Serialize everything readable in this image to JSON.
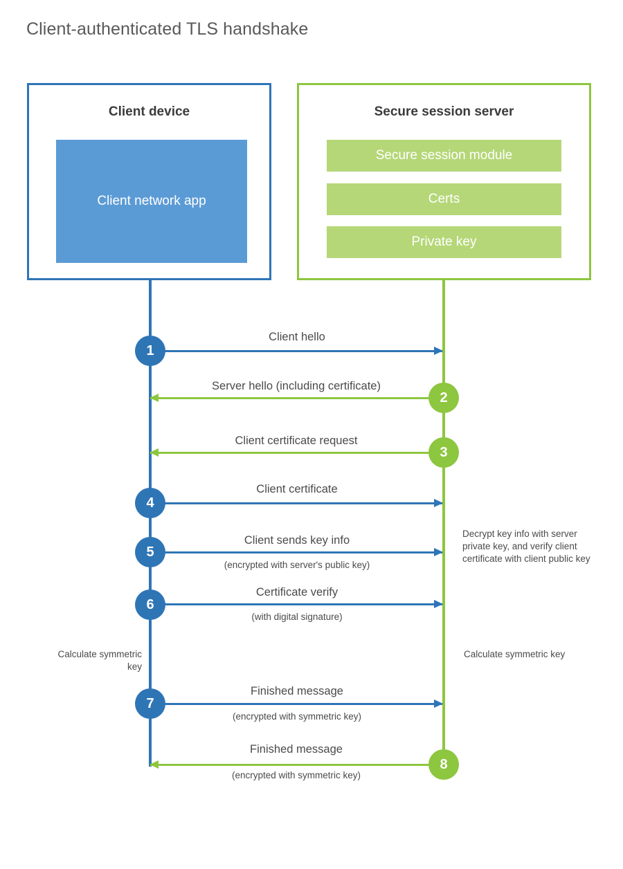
{
  "title": "Client-authenticated TLS handshake",
  "colors": {
    "client_accent": "#2E75B6",
    "client_fill": "#5B9BD5",
    "server_accent": "#8DC63F",
    "server_fill": "#B5D778",
    "text": "#4a4a4a",
    "background": "#ffffff"
  },
  "client": {
    "title": "Client device",
    "app_label": "Client network app"
  },
  "server": {
    "title": "Secure session server",
    "components": [
      {
        "label": "Secure session module"
      },
      {
        "label": "Certs"
      },
      {
        "label": "Private key"
      }
    ]
  },
  "steps": [
    {
      "number": "1",
      "label": "Client hello",
      "sub": "",
      "direction": "client-to-server"
    },
    {
      "number": "2",
      "label": "Server hello (including certificate)",
      "sub": "",
      "direction": "server-to-client"
    },
    {
      "number": "3",
      "label": "Client certificate request",
      "sub": "",
      "direction": "server-to-client"
    },
    {
      "number": "4",
      "label": "Client certificate",
      "sub": "",
      "direction": "client-to-server"
    },
    {
      "number": "5",
      "label": "Client sends key info",
      "sub": "(encrypted with server's public key)",
      "direction": "client-to-server"
    },
    {
      "number": "6",
      "label": "Certificate verify",
      "sub": "(with digital signature)",
      "direction": "client-to-server"
    },
    {
      "number": "7",
      "label": "Finished message",
      "sub": "(encrypted with symmetric key)",
      "direction": "client-to-server"
    },
    {
      "number": "8",
      "label": "Finished message",
      "sub": "(encrypted with symmetric key)",
      "direction": "server-to-client"
    }
  ],
  "notes": {
    "decrypt": "Decrypt key info with server private key, and verify client certificate with client public key",
    "client_calculate": "Calculate symmetric key",
    "server_calculate": "Calculate symmetric key"
  }
}
